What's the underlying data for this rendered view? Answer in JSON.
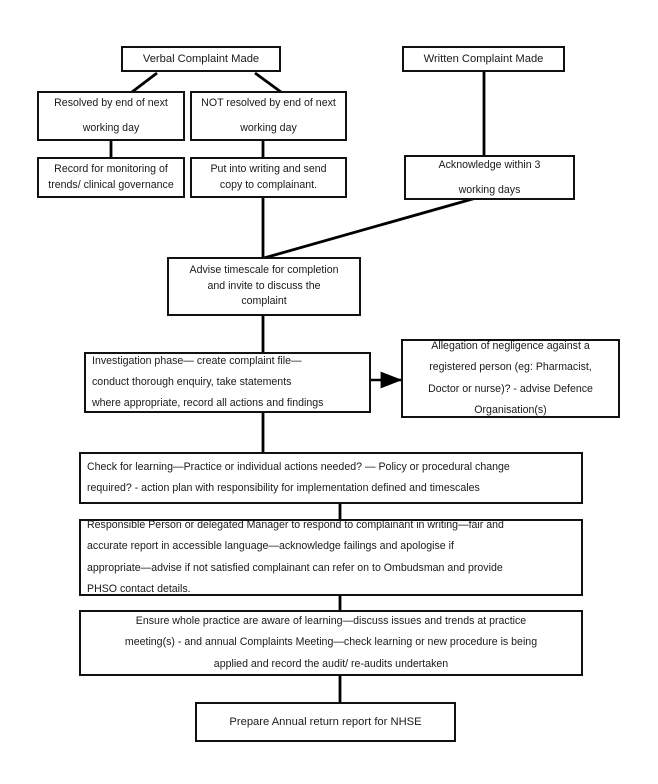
{
  "diagram": {
    "title": "NHS Practice Complaints Procedure Flowchart",
    "colors": {
      "border": "#111111",
      "background": "#ffffff",
      "text": "#1a1a1a",
      "connector": "#000000"
    },
    "nodes": [
      {
        "id": "verbal-complaint",
        "label": "Verbal Complaint Made"
      },
      {
        "id": "written-complaint",
        "label": "Written Complaint Made"
      },
      {
        "id": "resolved-next-day",
        "label": "Resolved by end of next\nworking day"
      },
      {
        "id": "not-resolved-next-day",
        "label": "NOT resolved by end of next\nworking day"
      },
      {
        "id": "record-monitoring",
        "label": "Record for monitoring of\ntrends/ clinical governance"
      },
      {
        "id": "put-into-writing",
        "label": "Put into writing and send\ncopy to complainant."
      },
      {
        "id": "acknowledge-3-days",
        "label": "Acknowledge within 3\nworking days"
      },
      {
        "id": "advise-timescale",
        "label": "Advise timescale for completion\nand invite to discuss  the\ncomplaint"
      },
      {
        "id": "investigation-phase",
        "label": "Investigation phase— create complaint file—\nconduct thorough enquiry,  take statements\nwhere appropriate, record all actions and findings"
      },
      {
        "id": "allegation-negligence",
        "label": "Allegation of  negligence against a\nregistered person (eg: Pharmacist,\nDoctor or nurse)? - advise Defence\nOrganisation(s)"
      },
      {
        "id": "check-for-learning",
        "label": "Check for learning—Practice or individual actions needed? — Policy or procedural change\nrequired? - action plan with responsibility for implementation defined and timescales"
      },
      {
        "id": "responsible-person-response",
        "label": "Responsible Person or delegated Manager to respond to complainant in writing—fair and\naccurate report in accessible language—acknowledge failings and apologise if\nappropriate—advise if not satisfied complainant can refer on to Ombudsman and provide\nPHSO contact details."
      },
      {
        "id": "ensure-whole-practice",
        "label": "Ensure whole practice are aware of learning—discuss issues and trends at  practice\nmeeting(s) -  and annual Complaints Meeting—check learning or new procedure is being\napplied and record the audit/ re-audits undertaken"
      },
      {
        "id": "annual-return",
        "label": "Prepare Annual return report for NHSE"
      }
    ],
    "edges": [
      {
        "from": "verbal-complaint",
        "to": "resolved-next-day",
        "style": "diagonal-line"
      },
      {
        "from": "verbal-complaint",
        "to": "not-resolved-next-day",
        "style": "diagonal-line"
      },
      {
        "from": "written-complaint",
        "to": "acknowledge-3-days",
        "style": "straight-line"
      },
      {
        "from": "resolved-next-day",
        "to": "record-monitoring",
        "style": "straight-line"
      },
      {
        "from": "not-resolved-next-day",
        "to": "put-into-writing",
        "style": "straight-line"
      },
      {
        "from": "put-into-writing",
        "to": "advise-timescale",
        "style": "straight-line"
      },
      {
        "from": "acknowledge-3-days",
        "to": "advise-timescale",
        "style": "diagonal-line"
      },
      {
        "from": "advise-timescale",
        "to": "investigation-phase",
        "style": "straight-line"
      },
      {
        "from": "investigation-phase",
        "to": "allegation-negligence",
        "style": "arrow"
      },
      {
        "from": "investigation-phase",
        "to": "check-for-learning",
        "style": "straight-line"
      },
      {
        "from": "check-for-learning",
        "to": "responsible-person-response",
        "style": "straight-line"
      },
      {
        "from": "responsible-person-response",
        "to": "ensure-whole-practice",
        "style": "straight-line"
      },
      {
        "from": "ensure-whole-practice",
        "to": "annual-return",
        "style": "straight-line"
      }
    ]
  }
}
